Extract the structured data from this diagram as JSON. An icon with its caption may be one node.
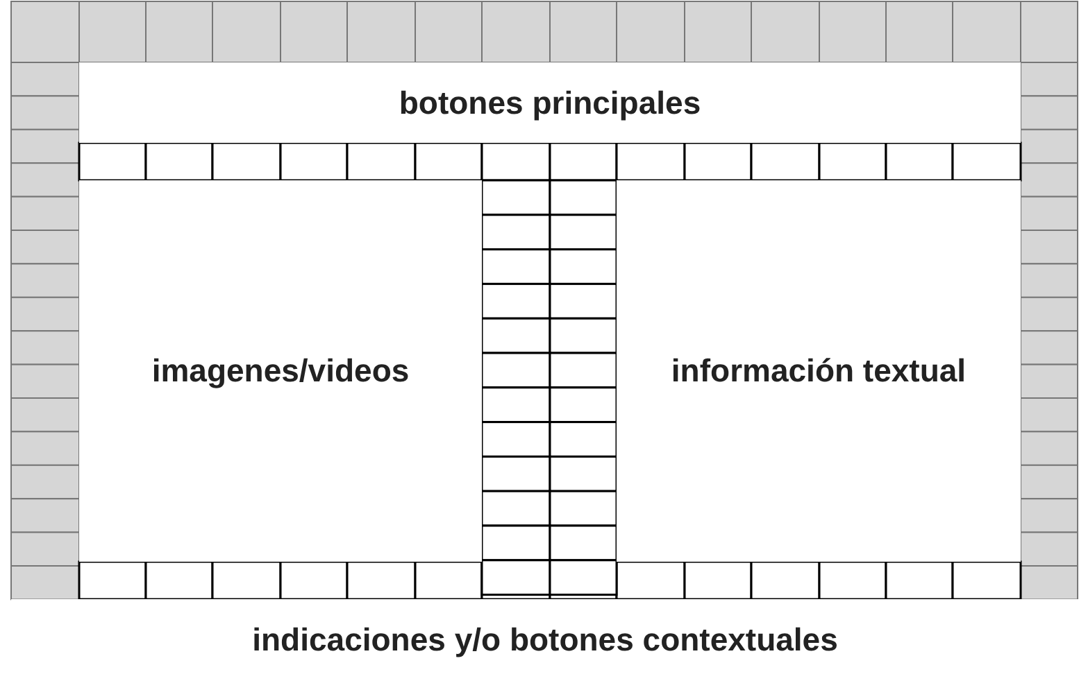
{
  "diagram": {
    "nodes": [
      {
        "text": [
          "botones principales"
        ]
      },
      {
        "text": [
          "imagenes/videos"
        ]
      },
      {
        "text": [
          "información textual"
        ]
      },
      {
        "text": [
          "indicaciones y/o botones contextuales"
        ]
      }
    ]
  }
}
